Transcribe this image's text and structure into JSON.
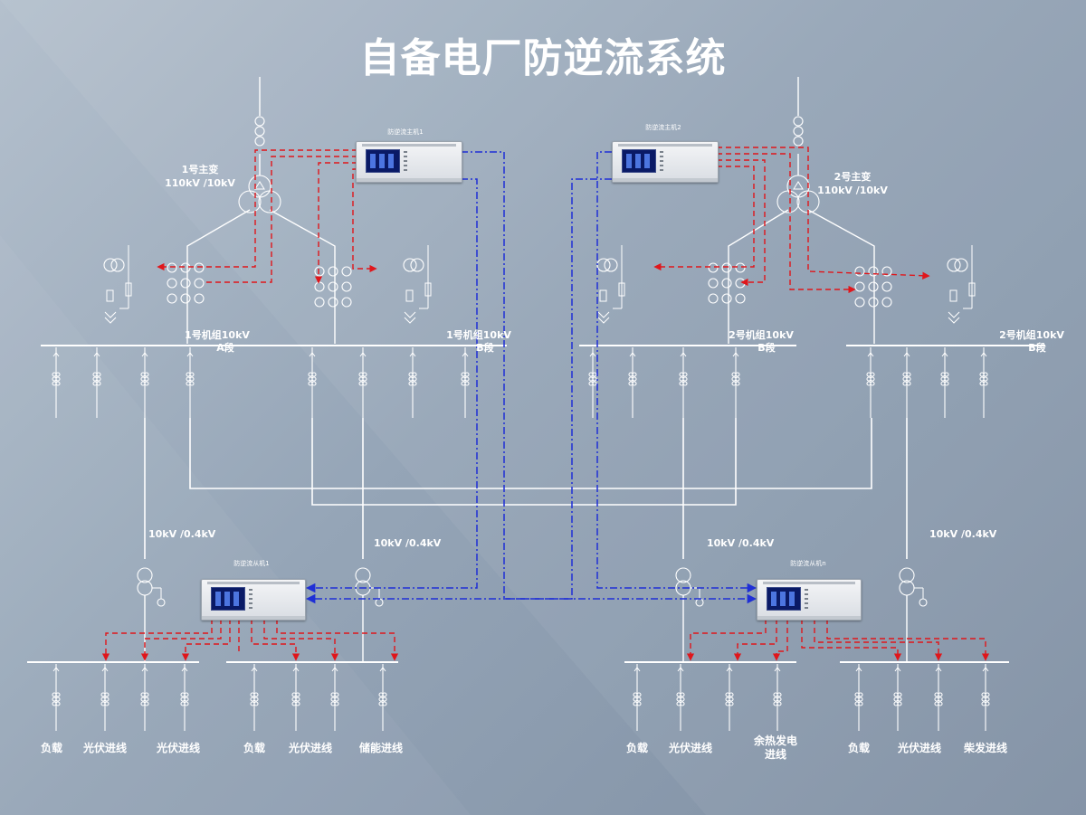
{
  "title": "自备电厂防逆流系统",
  "devices": {
    "master1": "防逆流主机1",
    "master2": "防逆流主机2",
    "slave1": "防逆流从机1",
    "slaven": "防逆流从机n"
  },
  "transformers": {
    "t1": {
      "name": "1号主变",
      "rating": "110kV /10kV"
    },
    "t2": {
      "name": "2号主变",
      "rating": "110kV /10kV"
    }
  },
  "busbars": {
    "b1a": {
      "name": "1号机组10kV",
      "section": "A段"
    },
    "b1b": {
      "name": "1号机组10kV",
      "section": "B段"
    },
    "b2b": {
      "name": "2号机组10kV",
      "section": "B段"
    },
    "b2b2": {
      "name": "2号机组10kV",
      "section": "B段"
    }
  },
  "lv_transformers": [
    "10kV /0.4kV",
    "10kV /0.4kV",
    "10kV /0.4kV",
    "10kV /0.4kV"
  ],
  "feeders": [
    "负载",
    "光伏进线",
    "光伏进线",
    "负载",
    "光伏进线",
    "储能进线",
    "负载",
    "光伏进线",
    "余热发电\n进线",
    "负载",
    "光伏进线",
    "柴发进线"
  ],
  "colors": {
    "power_line": "#ffffff",
    "control_line": "#e0161b",
    "comm_line": "#1f2fd6"
  }
}
